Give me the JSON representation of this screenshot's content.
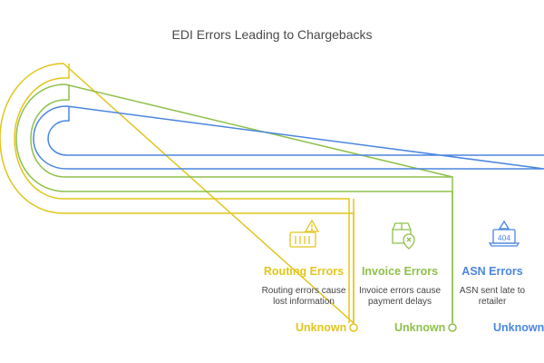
{
  "title": "EDI Errors Leading to Chargebacks",
  "colors": {
    "routing": "#e3c51c",
    "invoice": "#8fc04a",
    "asn": "#4a86e0",
    "title_text": "#4a4a4a",
    "desc_text": "#444444"
  },
  "items": [
    {
      "key": "routing",
      "heading": "Routing Errors",
      "description_line1": "Routing errors cause",
      "description_line2": "lost information",
      "status": "Unknown",
      "icon": "shipping-container-warning-icon"
    },
    {
      "key": "invoice",
      "heading": "Invoice Errors",
      "description_line1": "Invoice errors cause",
      "description_line2": "payment delays",
      "status": "Unknown",
      "icon": "package-cancel-icon"
    },
    {
      "key": "asn",
      "heading": "ASN Errors",
      "description_line1": "ASN sent late to",
      "description_line2": "retailer",
      "status": "Unknown",
      "icon": "laptop-404-warning-icon"
    }
  ]
}
